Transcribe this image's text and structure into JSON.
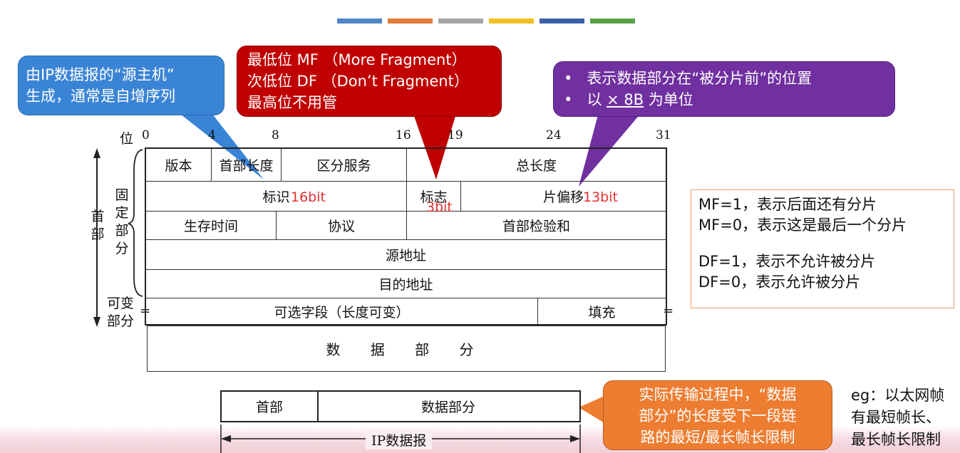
{
  "title_bar_colors": [
    "#4f86c6",
    "#e07b39",
    "#a5a5a5",
    "#f0c020",
    "#3b5ea8",
    "#5aa046"
  ],
  "callouts": {
    "ident": {
      "lines": [
        "由IP数据报的“源主机”",
        "生成，通常是自增序列"
      ],
      "color": "#3a84d6"
    },
    "flags": {
      "lines": [
        "最低位 MF （More Fragment）",
        "次低位 DF （Don’t Fragment）",
        "最高位不用管"
      ],
      "color": "#c00000"
    },
    "offset": {
      "bullet1": "表示数据部分在“被分片前”的位置",
      "bullet2_pre": "以",
      "bullet2_mid": "× 8B",
      "bullet2_post": "为单位",
      "color": "#7030a0"
    },
    "transfer": {
      "lines": [
        "实际传输过程中，“数据",
        "部分”的长度受下一段链",
        "路的最短/最长帧长限制"
      ],
      "color": "#ed7d31"
    }
  },
  "bit_positions": {
    "label": "位",
    "b0": "0",
    "b4": "4",
    "b8": "8",
    "b16": "16",
    "b19": "19",
    "b24": "24",
    "b31": "31"
  },
  "header_fields": {
    "version": "版本",
    "header_length": "首部长度",
    "dscp": "区分服务",
    "total_length": "总长度",
    "identification": "标识",
    "flags": "标志",
    "fragment_offset": "片偏移",
    "ttl": "生存时间",
    "protocol": "协议",
    "checksum": "首部检验和",
    "src_addr": "源地址",
    "dst_addr": "目的地址",
    "options": "可选字段（长度可变）",
    "padding": "填充"
  },
  "bit_notes": {
    "ident": "16bit",
    "flags": "3bit",
    "offset": "13bit"
  },
  "side_labels": {
    "header": [
      "首",
      "部"
    ],
    "fixed": [
      "固",
      "定",
      "部",
      "分"
    ],
    "variable": [
      "可变",
      "部分"
    ]
  },
  "data_section": "数 据 部 分",
  "mfdf_notes": [
    "MF=1，表示后面还有分片",
    "MF=0，表示这是最后一个分片",
    "DF=1，表示不允许被分片",
    "DF=0，表示允许被分片"
  ],
  "packet": {
    "header": "首部",
    "data": "数据部分",
    "label": "IP数据报"
  },
  "eg_note": [
    "eg：以太网帧",
    "有最短帧长、",
    "最长帧长限制"
  ]
}
